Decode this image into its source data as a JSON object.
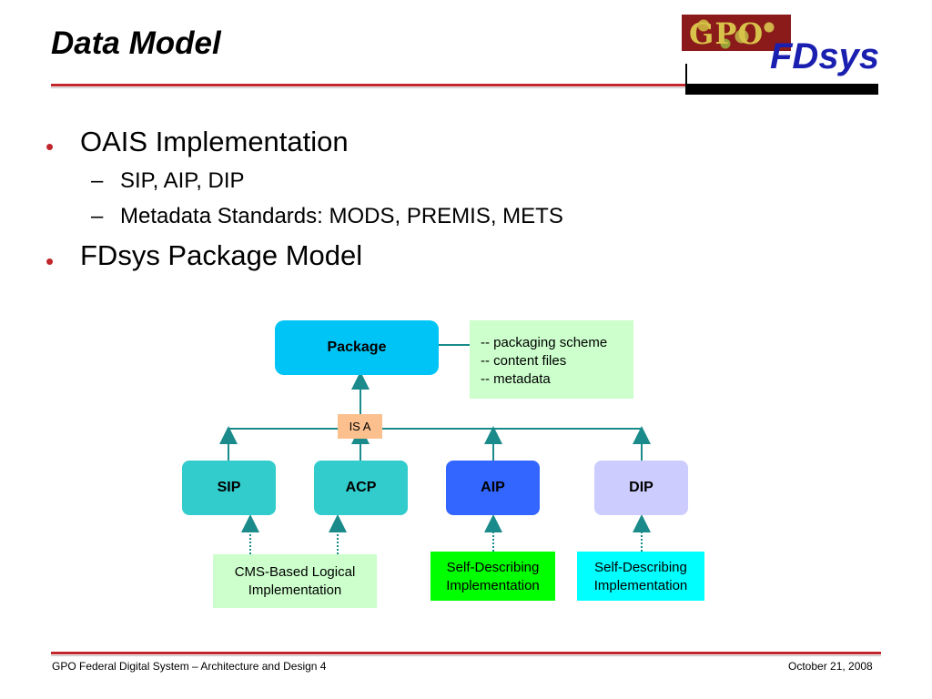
{
  "slide": {
    "title": "Data Model",
    "logo": {
      "gpo_text": "GPO",
      "fdsys_text": "FDsys"
    },
    "bullets": [
      {
        "text": "OAIS Implementation",
        "subitems": [
          "SIP, AIP, DIP",
          "Metadata Standards: MODS, PREMIS, METS"
        ]
      },
      {
        "text": "FDsys Package Model",
        "subitems": []
      }
    ],
    "footer": {
      "left": "GPO Federal Digital System – Architecture and Design 4",
      "right": "October 21, 2008"
    },
    "bullet_symbol": "•",
    "dash_symbol": "–"
  },
  "diagram": {
    "package": {
      "label": "Package",
      "color": "#00c4f5"
    },
    "package_note": {
      "lines": [
        "-- packaging scheme",
        "-- content files",
        "-- metadata"
      ],
      "color": "#ccffcc"
    },
    "is_a": {
      "label": "IS A",
      "color": "#fbc08e"
    },
    "types": [
      {
        "label": "SIP",
        "color": "#33cccc"
      },
      {
        "label": "ACP",
        "color": "#33cccc"
      },
      {
        "label": "AIP",
        "color": "#3366ff",
        "text_color": "#000000"
      },
      {
        "label": "DIP",
        "color": "#ccccff"
      }
    ],
    "implementations": [
      {
        "lines": [
          "CMS-Based Logical",
          "Implementation"
        ],
        "color": "#ccffcc"
      },
      {
        "lines": [
          "Self-Describing",
          "Implementation"
        ],
        "color": "#00ff00"
      },
      {
        "lines": [
          "Self-Describing",
          "Implementation"
        ],
        "color": "#00ffff"
      }
    ],
    "line_color": "#1b8a8a"
  }
}
